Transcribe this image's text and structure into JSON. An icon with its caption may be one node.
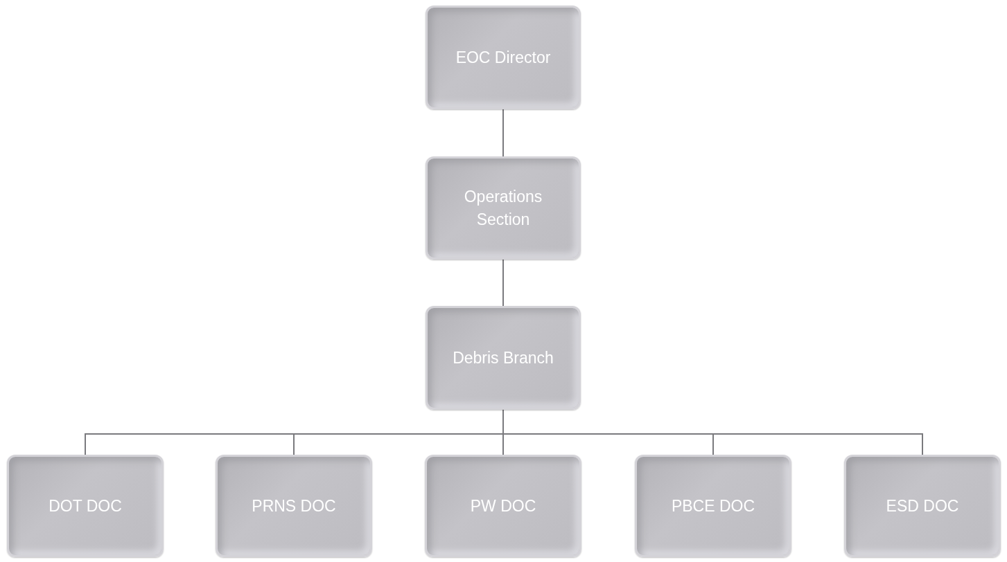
{
  "diagram": {
    "nodes": [
      {
        "text": [
          "EOC Director"
        ]
      },
      {
        "text": [
          "Operations Section"
        ]
      },
      {
        "text": [
          "Debris Branch"
        ]
      },
      {
        "text": [
          "DOT DOC"
        ]
      },
      {
        "text": [
          "PRNS DOC"
        ]
      },
      {
        "text": [
          "PW DOC"
        ]
      },
      {
        "text": [
          "PBCE DOC"
        ]
      },
      {
        "text": [
          "ESD DOC"
        ]
      }
    ],
    "edges": [
      {
        "from": 0,
        "to": 1,
        "arrow": "none"
      },
      {
        "from": 1,
        "to": 2,
        "arrow": "none"
      },
      {
        "from": 2,
        "to": 3,
        "arrow": "none"
      },
      {
        "from": 2,
        "to": 4,
        "arrow": "none"
      },
      {
        "from": 2,
        "to": 5,
        "arrow": "none"
      },
      {
        "from": 2,
        "to": 6,
        "arrow": "none"
      },
      {
        "from": 2,
        "to": 7,
        "arrow": "none"
      }
    ]
  }
}
